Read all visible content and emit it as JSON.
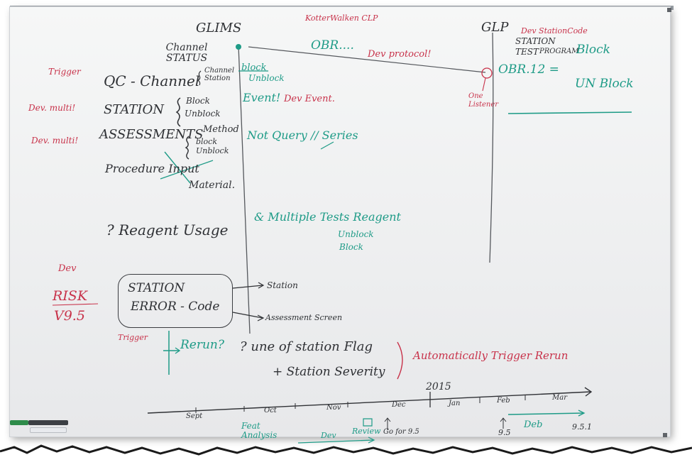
{
  "left_column": {
    "glims": "GLIMS",
    "channel_status": "Channel STATUS",
    "qc_channel": "QC - Channel",
    "qc_brace": "Channel Station",
    "station": "STATION",
    "station_brace_block": "Block",
    "station_brace_unblock": "Unblock",
    "assessments": "ASSESSMENTS",
    "method": "Method",
    "assess_block": "block",
    "assess_unblock": "Unblock",
    "procedure_input": "Procedure Input",
    "material": "Material.",
    "reagent_usage": "? Reagent Usage",
    "station_error_l1": "STATION",
    "station_error_l2": "ERROR - Code"
  },
  "middle_column": {
    "top_note": "KotterWalken CLP",
    "obr": "OBR....",
    "dev_protocol": "Dev protocol!",
    "block": "block",
    "unblock": "Unblock",
    "event": "Event!",
    "dev_event": "Dev Event.",
    "not_query": "Not Query // Series",
    "multiple": "& Multiple Tests Reagent",
    "multi_unblock": "Unblock",
    "multi_block": "Block",
    "station_arrow": "Station",
    "assessment_arrow": "Assessment Screen",
    "rerun": "Rerun?",
    "one_of_station": "? une of station Flag",
    "station_severity": "+ Station Severity",
    "auto_trigger": "Automatically Trigger Rerun"
  },
  "right_column": {
    "glp": "GLP",
    "dev_station_code": "Dev StationCode",
    "station": "STATION",
    "test_label": "TEST",
    "program": "PROGRAM",
    "block": "Block",
    "obr12": "OBR.12 =",
    "unblock": "UN Block",
    "one_listener": "One Listener"
  },
  "margin_notes": {
    "trigger1": "Trigger",
    "dev_multi1": "Dev. multi!",
    "dev_multi2": "Dev. multi!",
    "dev": "Dev",
    "risk": "RISK",
    "version": "V9.5",
    "trigger2": "Trigger"
  },
  "timeline": {
    "year": "2015",
    "months": [
      "Sept",
      "Oct",
      "Nov",
      "Dec",
      "Jan",
      "Feb",
      "Mar"
    ],
    "feat_analysis": "Feat Analysis",
    "dev": "Dev",
    "review": "Review",
    "go_for": "Go for 9.5",
    "v95": "9.5",
    "deb": "Deb",
    "v951": "9.5.1"
  },
  "colors": {
    "black_ink": "#2f3135",
    "green_ink": "#1e9b87",
    "red_ink": "#c8324a",
    "board": "#f1f2f3"
  }
}
